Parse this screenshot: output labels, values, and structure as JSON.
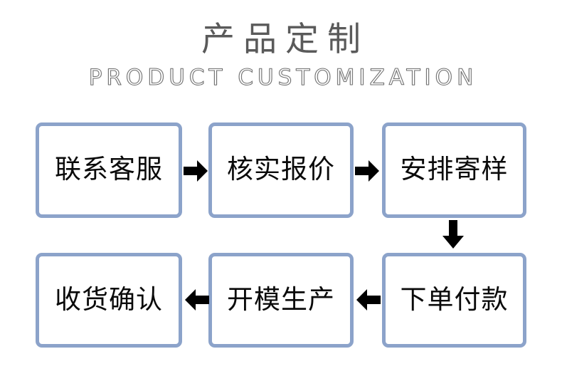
{
  "header": {
    "title_cn": "产品定制",
    "subtitle_en": "PRODUCT CUSTOMIZATION"
  },
  "colors": {
    "box_border": "#8ca3ca",
    "box_fill": "#ffffff",
    "title_text": "#5a5a5a",
    "subtitle_outline": "#6e6e6e",
    "box_text": "#0a0a0a",
    "arrow": "#000000",
    "page_background": "#ffffff"
  },
  "flow": {
    "steps": [
      {
        "id": "step-1",
        "label": "联系客服",
        "row": 1,
        "col": 1
      },
      {
        "id": "step-2",
        "label": "核实报价",
        "row": 1,
        "col": 2
      },
      {
        "id": "step-3",
        "label": "安排寄样",
        "row": 1,
        "col": 3
      },
      {
        "id": "step-4",
        "label": "下单付款",
        "row": 2,
        "col": 3
      },
      {
        "id": "step-5",
        "label": "开模生产",
        "row": 2,
        "col": 2
      },
      {
        "id": "step-6",
        "label": "收货确认",
        "row": 2,
        "col": 1
      }
    ],
    "connectors": [
      {
        "id": "connector-1",
        "from": "step-1",
        "to": "step-2",
        "direction": "right"
      },
      {
        "id": "connector-2",
        "from": "step-2",
        "to": "step-3",
        "direction": "right"
      },
      {
        "id": "connector-3",
        "from": "step-3",
        "to": "step-4",
        "direction": "down"
      },
      {
        "id": "connector-4",
        "from": "step-4",
        "to": "step-5",
        "direction": "left"
      },
      {
        "id": "connector-5",
        "from": "step-5",
        "to": "step-6",
        "direction": "left"
      }
    ]
  }
}
